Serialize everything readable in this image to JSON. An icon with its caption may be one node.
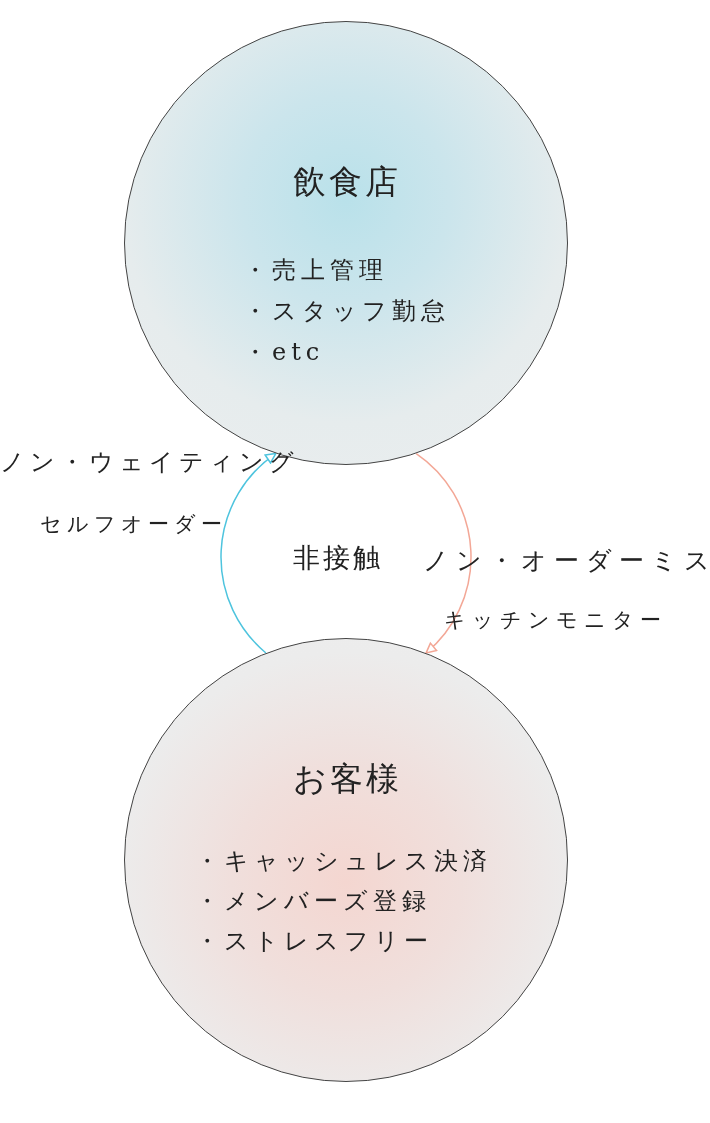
{
  "diagram": {
    "nodes": [
      {
        "text": [
          "飲食店",
          "・売上管理",
          "・スタッフ勤怠",
          "・etc"
        ]
      },
      {
        "text": [
          "お客様",
          "・キャッシュレス決済",
          "・メンバーズ登録",
          "・ストレスフリー"
        ]
      }
    ],
    "edges": [
      {
        "from": 1,
        "to": 0,
        "arrow": "to",
        "color": "#4ec4de"
      },
      {
        "from": 0,
        "to": 1,
        "arrow": "to",
        "color": "#f3a796"
      }
    ],
    "labels": [
      "ノン・ウェイティング",
      "セルフオーダー",
      "非接触",
      "ノン・オーダーミス",
      "キッチンモニター"
    ]
  }
}
